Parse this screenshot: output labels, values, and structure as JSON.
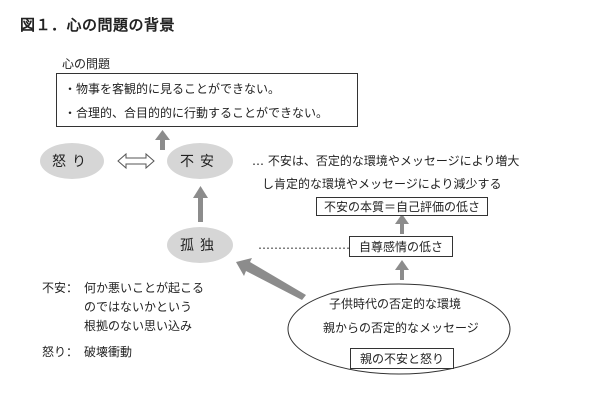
{
  "figure_title": "図１．心の問題の背景",
  "problems": {
    "label": "心の問題",
    "items": [
      "・物事を客観的に見ることができない。",
      "・合理的、合目的的に行動することができない。"
    ]
  },
  "emotions": {
    "anger": "怒り",
    "anxiety": "不安",
    "isolation": "孤独"
  },
  "anxiety_note": {
    "line1": "… 不安は、否定的な環境やメッセージにより増大",
    "line2": "し肯定的な環境やメッセージにより減少する"
  },
  "essence_box": "不安の本質＝自己評価の低さ",
  "self_esteem_box": "自尊感情の低さ",
  "isolation_dots": "……………………",
  "childhood": {
    "line1": "子供時代の否定的な環境",
    "line2": "親からの否定的なメッセージ",
    "box": "親の不安と怒り"
  },
  "definitions": {
    "anxiety_term": "不安：",
    "anxiety_line1": "何か悪いことが起こる",
    "anxiety_line2": "のではないかという",
    "anxiety_line3": "根拠のない思い込み",
    "anger_term": "怒り：",
    "anger_text": "破壊衝動"
  },
  "colors": {
    "oval_fill": "#d6d6d6",
    "arrow": "#8c8c8c",
    "outline": "#333333"
  }
}
